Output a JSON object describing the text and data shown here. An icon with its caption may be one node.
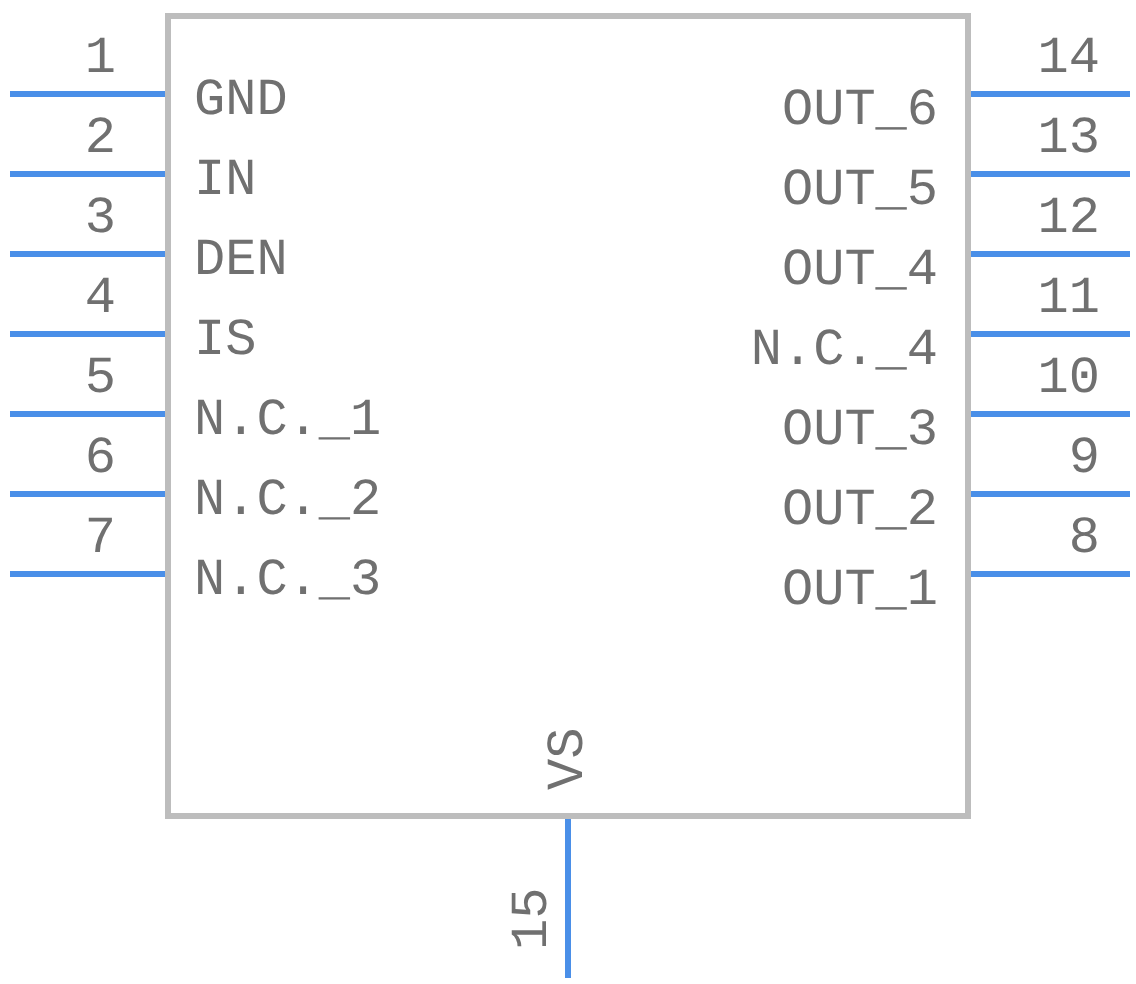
{
  "diagram": {
    "nodes": [
      {
        "text": [],
        "shape": "box"
      }
    ],
    "labels": [
      "1",
      "GND",
      "OUT_6",
      "14",
      "2",
      "IN",
      "OUT_5",
      "13",
      "3",
      "DEN",
      "OUT_4",
      "12",
      "4",
      "IS",
      "N.C._4",
      "11",
      "5",
      "N.C._1",
      "OUT_3",
      "10",
      "6",
      "N.C._2",
      "OUT_2",
      "9",
      "7",
      "N.C._3",
      "OUT_1",
      "8",
      "VS",
      "15"
    ]
  }
}
